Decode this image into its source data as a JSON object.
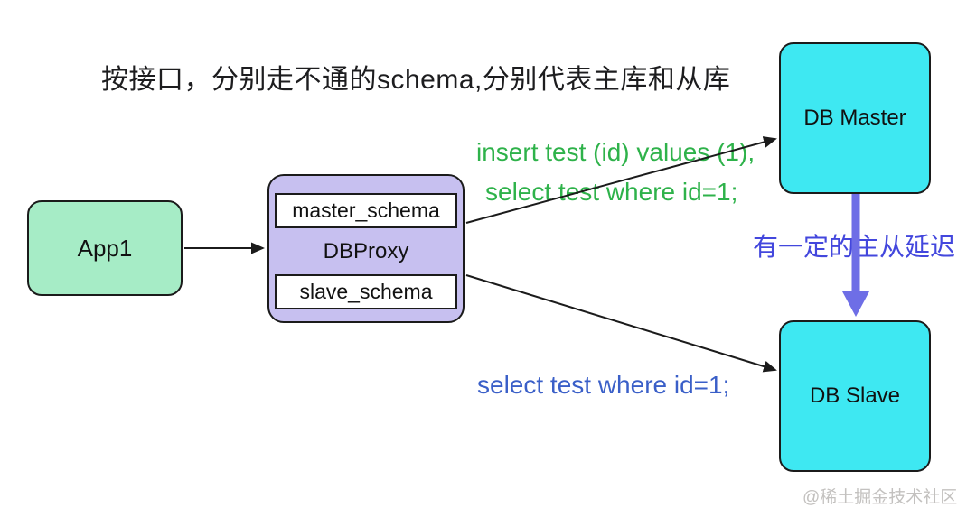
{
  "title": "按接口，分别走不通的schema,分别代表主库和从库",
  "nodes": {
    "app1": {
      "label": "App1"
    },
    "dbproxy": {
      "label": "DBProxy",
      "master_schema": "master_schema",
      "slave_schema": "slave_schema"
    },
    "db_master": {
      "label": "DB Master"
    },
    "db_slave": {
      "label": "DB Slave"
    }
  },
  "edge_labels": {
    "to_master_line1": "insert test (id) values (1),",
    "to_master_line2": "select test where id=1;",
    "to_slave": "select test where id=1;",
    "replication_delay": "有一定的主从延迟"
  },
  "watermark": "@稀土掘金技术社区",
  "colors": {
    "app1_fill": "#a6ecc6",
    "dbproxy_fill": "#c7c0f0",
    "db_fill": "#3ee8f2",
    "border": "#1b1b1b",
    "green_text": "#2eb24a",
    "blue_text": "#3a5fc8",
    "delay_text": "#4347dd",
    "delay_arrow": "#6e6ee6",
    "watermark_text": "#c3c1bf"
  }
}
